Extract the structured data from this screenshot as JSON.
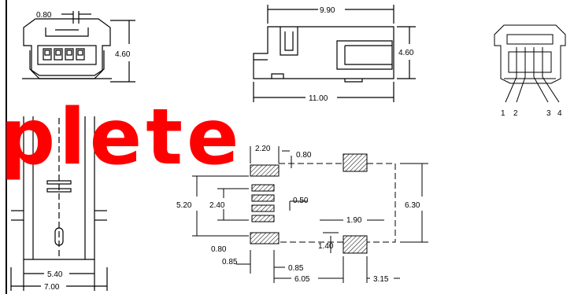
{
  "stamp_text": "plete",
  "dims": {
    "top_left_width": "0.80",
    "top_left_height": "4.60",
    "side_width": "9.90",
    "side_height": "4.60",
    "side_total": "11.00",
    "bottom_left_a": "5.40",
    "bottom_left_b": "7.00",
    "pad_2_20": "2.20",
    "pad_0_80_top": "0.80",
    "pad_5_20": "5.20",
    "pad_2_40": "2.40",
    "pad_0_50": "0.50",
    "pad_1_90": "1.90",
    "pad_6_30": "6.30",
    "pad_1_40": "1.40",
    "pad_0_80_left": "0.80",
    "pad_0_85_a": "0.85",
    "pad_0_85_b": "0.85",
    "pad_6_05": "6.05",
    "pad_3_15": "3.15"
  },
  "pins": [
    "1",
    "2",
    "3",
    "4"
  ],
  "colors": {
    "line": "#000000",
    "stamp": "#ff0000"
  }
}
